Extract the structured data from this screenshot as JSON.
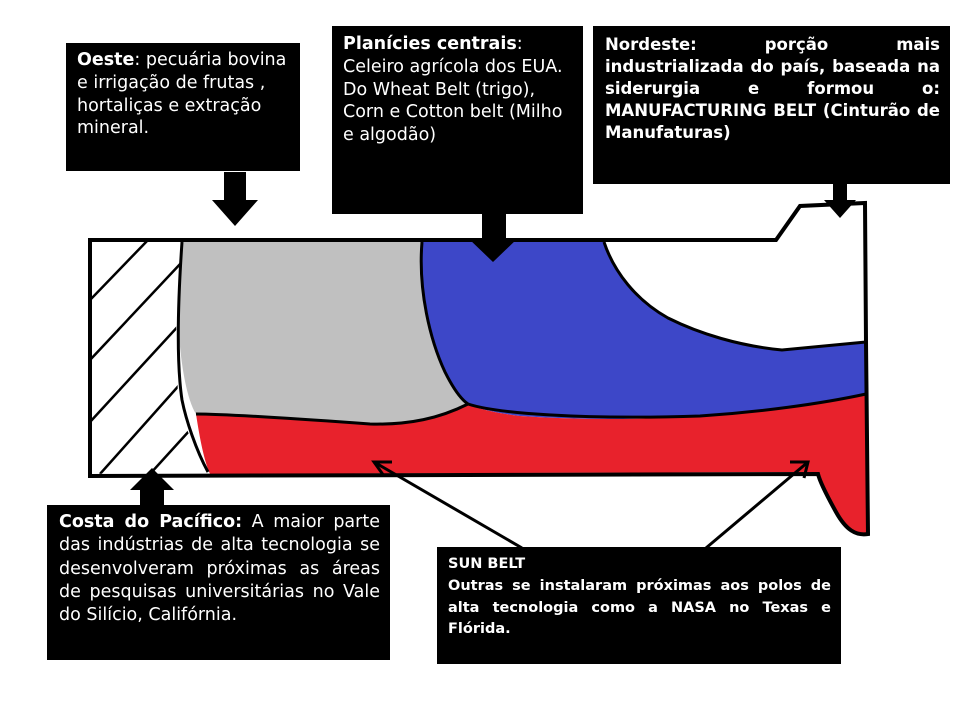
{
  "colors": {
    "background": "#ffffff",
    "box": "#000000",
    "box_text": "#ffffff",
    "west_region": "#c0c0c0",
    "central_plains_region": "#3d47c8",
    "sun_belt_region": "#e8222c",
    "northeast_region": "#ffffff",
    "outline": "#000000"
  },
  "regions": {
    "oeste": {
      "heading": "Oeste",
      "text": ": pecuária bovina e irrigação de frutas , hortaliças e extração mineral."
    },
    "planicies": {
      "heading": "Planícies centrais",
      "colon": ":",
      "line1": "Celeiro agrícola dos EUA. Do Wheat Belt (trigo),",
      "line2": "Corn e Cotton belt (Milho e algodão)"
    },
    "nordeste": {
      "text": "Nordeste: porção mais industrializada do país, baseada na siderurgia e formou o: MANUFACTURING BELT (Cinturão de Manufaturas)"
    },
    "pacifico": {
      "heading": "Costa do Pacífico:",
      "text": " A maior parte das indústrias de alta tecnologia se desenvolveram próximas as áreas de pesquisas universitárias no Vale do Silício, Califórnia."
    },
    "sunbelt": {
      "title": "SUN BELT",
      "text": "Outras se instalaram próximas aos polos de alta tecnologia como a NASA no Texas e Flórida."
    }
  },
  "icons": {
    "arrows": [
      "down-arrow-icon",
      "up-arrow-icon",
      "pointer-arrow-icon"
    ],
    "hatch": "hatch-pattern"
  }
}
